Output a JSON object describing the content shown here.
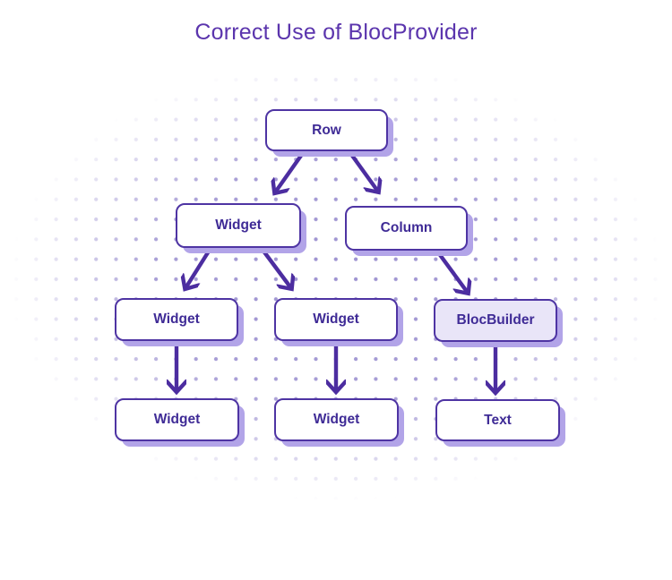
{
  "title": "Correct Use of BlocProvider",
  "diagram": {
    "nodes": {
      "row": {
        "label": "Row",
        "highlighted": false
      },
      "widget_l2": {
        "label": "Widget",
        "highlighted": false
      },
      "column": {
        "label": "Column",
        "highlighted": false
      },
      "widget_l3a": {
        "label": "Widget",
        "highlighted": false
      },
      "widget_l3b": {
        "label": "Widget",
        "highlighted": false
      },
      "blocbuilder": {
        "label": "BlocBuilder",
        "highlighted": true
      },
      "widget_l4a": {
        "label": "Widget",
        "highlighted": false
      },
      "widget_l4b": {
        "label": "Widget",
        "highlighted": false
      },
      "text": {
        "label": "Text",
        "highlighted": false
      }
    },
    "edges": [
      {
        "from": "row",
        "to": "widget_l2"
      },
      {
        "from": "row",
        "to": "column"
      },
      {
        "from": "widget_l2",
        "to": "widget_l3a"
      },
      {
        "from": "widget_l2",
        "to": "widget_l3b"
      },
      {
        "from": "column",
        "to": "blocbuilder"
      },
      {
        "from": "widget_l3a",
        "to": "widget_l4a"
      },
      {
        "from": "widget_l3b",
        "to": "widget_l4b"
      },
      {
        "from": "blocbuilder",
        "to": "text"
      }
    ]
  },
  "colors": {
    "accent_purple": "#4C2DA0",
    "title_purple": "#5B35AD",
    "node_border": "#4E34A3",
    "node_text": "#3F2B96",
    "node_shadow": "#B2A4E8",
    "highlight_fill": "#E9E5F8",
    "dot_grid": "#9A8DD0",
    "background": "#FFFFFF"
  }
}
